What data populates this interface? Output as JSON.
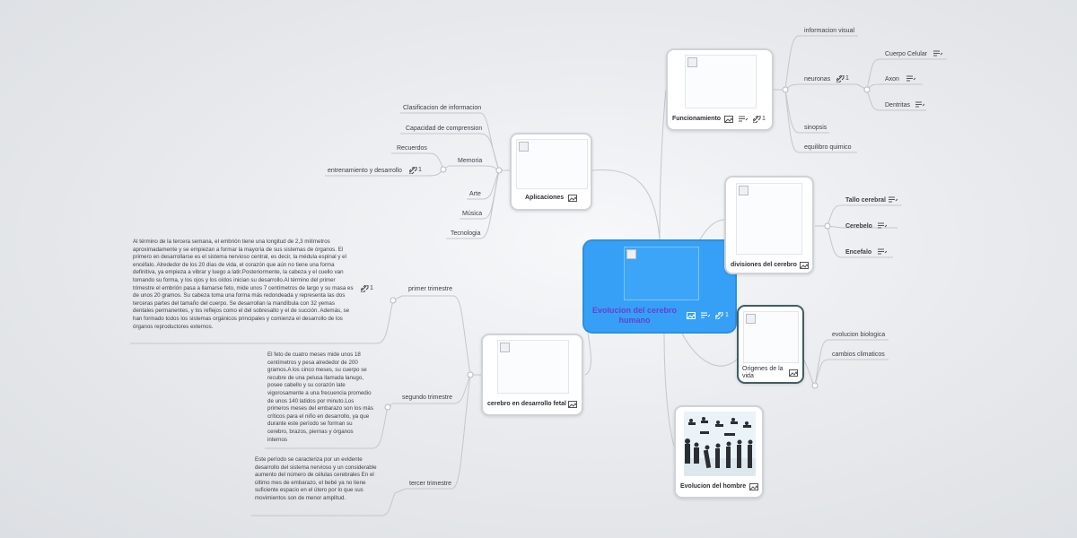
{
  "central": {
    "title": "Evolucion del cerebro humano",
    "link_count": "1"
  },
  "aplicaciones": {
    "title": "Aplicaciones",
    "items": {
      "clasificacion": "Clasificacion de informacion",
      "capacidad": "Capacidad de comprension",
      "memoria": "Memoria",
      "recuerdos": "Recuerdos",
      "entrenamiento": "entrenamiento y desarrollo",
      "entrenamiento_links": "1",
      "arte": "Arte",
      "musica": "Música",
      "tecnologia": "Tecnologia"
    }
  },
  "fetal": {
    "title": "cerebro en desarrollo fetal",
    "primer": {
      "label": "primer trimestre",
      "links": "1",
      "text": "Al término de la tercera semana, el embrión tiene una longitud de 2,3 milímetros aproximadamente y se empiezan a formar la mayoría de sus sistemas de órganos. El primero en desarrollarse es el sistema nervioso central, es decir, la médula espinal y el encéfalo. Alrededor de los 20 días de vida, el corazón que aún no tiene una forma definitiva, ya empieza a vibrar y luego a latir.Posteriormente, la cabeza y el cuello van tomando su forma, y los ojos y los oídos inician su desarrollo.Al término del primer trimestre el embrión pasa a llamarse feto, mide unos 7 centímetros de largo y su masa es de unos 20 gramos. Su cabeza toma una forma más redondeada y representa las dos terceras partes del tamaño del cuerpo.  Se desarrollan la mandíbula con 32 yemas dentales permanentes, y los reflejos como el del sobresalto y el de succión.  Además, se han formado todos los sistemas orgánicos principales y comienza el desarrollo de los órganos reproductores externos."
    },
    "segundo": {
      "label": "segundo trimestre",
      "text": "El feto de cuatro meses mide unos 18 centímetros y pesa alrededor de 200 gramos.A los cinco meses, su cuerpo se recubre de una pelusa llamada lanugo, posee cabello y su corazón late vigorosamente a una frecuencia promedio de unos 140 latidos por minuto.Los primeros meses del embarazo son los más críticos para el niño en desarrollo, ya que durante este período se forman su cerebro, brazos, piernas y órganos internos"
    },
    "tercer": {
      "label": "tercer trimestre",
      "text": "Este período se caracteriza por un evidente desarrollo del sistema nervioso y un considerable aumento del número de células cerebrales En el último mes de embarazo, el bebé ya no tiene suficiente espacio en el útero por lo que sus movimientos son de menor amplitud."
    }
  },
  "funcionamiento": {
    "title": "Funcionamiento",
    "link_count": "1",
    "items": {
      "info_visual": "informacion visual",
      "neuronas": "neuronas",
      "neuronas_links": "1",
      "cuerpo": "Cuerpo Celular",
      "axon": "Axon",
      "dentritas": "Dentritas",
      "sinopsis": "sinopsis",
      "equilibro": "equilibro quimico"
    }
  },
  "divisiones": {
    "title": "divisiones del cerebro",
    "items": {
      "tallo": "Tallo cerebral",
      "cerebelo": "Cerebelo",
      "encefalo": "Encefalo"
    }
  },
  "origenes": {
    "title": "Origenes de la vida",
    "items": {
      "evolucion": "evolucion biologica",
      "cambios": "cambios climaticos"
    }
  },
  "evolucion_hombre": {
    "title": "Evolucion del hombre"
  },
  "colors": {
    "central": "#36a0f7",
    "central_title": "#6a3fd1",
    "connector": "#c3c7cc",
    "selected_border": "#3f5f66"
  }
}
